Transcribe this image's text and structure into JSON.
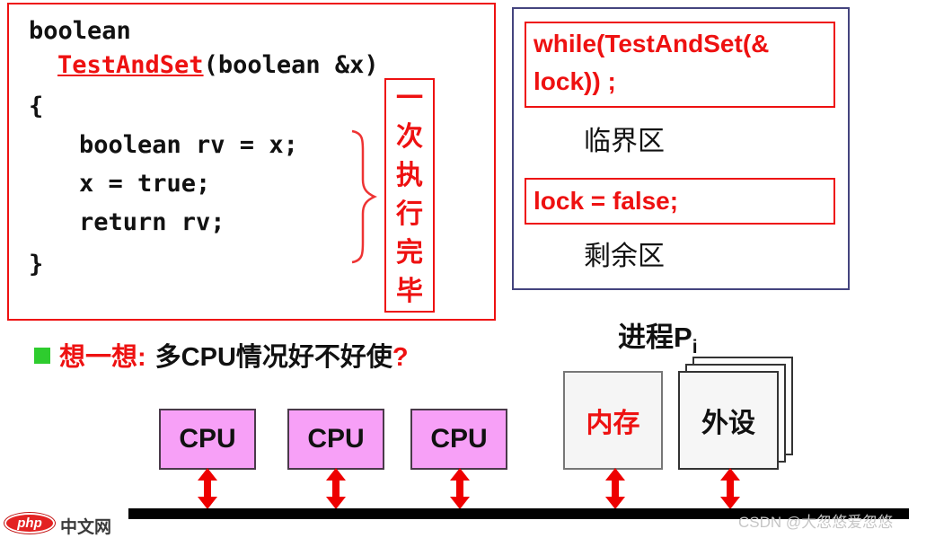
{
  "colors": {
    "accent_red": "#ee1111",
    "navy_border": "#44447e",
    "cpu_pink": "#f7a0f7",
    "bullet_green": "#2ecc2e",
    "bus_black": "#000000",
    "watermark_gray": "#c6c6c6"
  },
  "code_box": {
    "ret_type": "boolean",
    "func_name": "TestAndSet",
    "func_sig": "(boolean &x)",
    "brace_open": "{",
    "lines": [
      "boolean rv = x;",
      "x = true;",
      "return rv;"
    ],
    "brace_close": "}"
  },
  "atomic_note": {
    "chars": [
      "一",
      "次",
      "执",
      "行",
      "完",
      "毕"
    ]
  },
  "process_box": {
    "while_line1": "while(TestAndSet(&",
    "while_line2": "lock)) ;",
    "critical_label": "临界区",
    "unlock_stmt": "lock = false;",
    "remainder_label": "剩余区"
  },
  "process_title": {
    "label": "进程P",
    "subscript": "i"
  },
  "question": {
    "prefix": "想一想:",
    "text": "多CPU情况好不好使",
    "mark": "?"
  },
  "hardware": {
    "cpus": [
      "CPU",
      "CPU",
      "CPU"
    ],
    "memory_label": "内存",
    "peripheral_label": "外设"
  },
  "footer": {
    "logo_text": "php",
    "logo_site": "中文网",
    "watermark": "CSDN @大忽悠爱忽悠"
  }
}
